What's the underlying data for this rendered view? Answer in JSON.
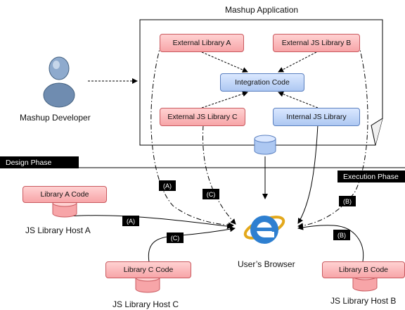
{
  "app": {
    "title": "Mashup Application",
    "developer": "Mashup Developer"
  },
  "boxes": {
    "ext_lib_a": "External Library A",
    "ext_js_lib_b": "External JS Library B",
    "integration_code": "Integration Code",
    "ext_js_lib_c": "External JS Library C",
    "internal_js_lib": "Internal JS Library",
    "lib_a_code": "Library A Code",
    "lib_b_code": "Library B Code",
    "lib_c_code": "Library C Code"
  },
  "hosts": {
    "a": "JS Library Host A",
    "b": "JS Library Host B",
    "c": "JS Library Host C"
  },
  "browser": {
    "label": "User’s Browser"
  },
  "phases": {
    "design": "Design Phase",
    "execution": "Execution Phase"
  },
  "tags": {
    "a_dashed": "(A)",
    "c_dashed": "(C)",
    "b_dashed": "(B)",
    "a_solid": "(A)",
    "c_solid": "(C)",
    "b_solid": "(B)"
  },
  "colors": {
    "external_fill": "#f7a5a8",
    "internal_fill": "#adc8f2",
    "phase_bar": "#000000"
  }
}
